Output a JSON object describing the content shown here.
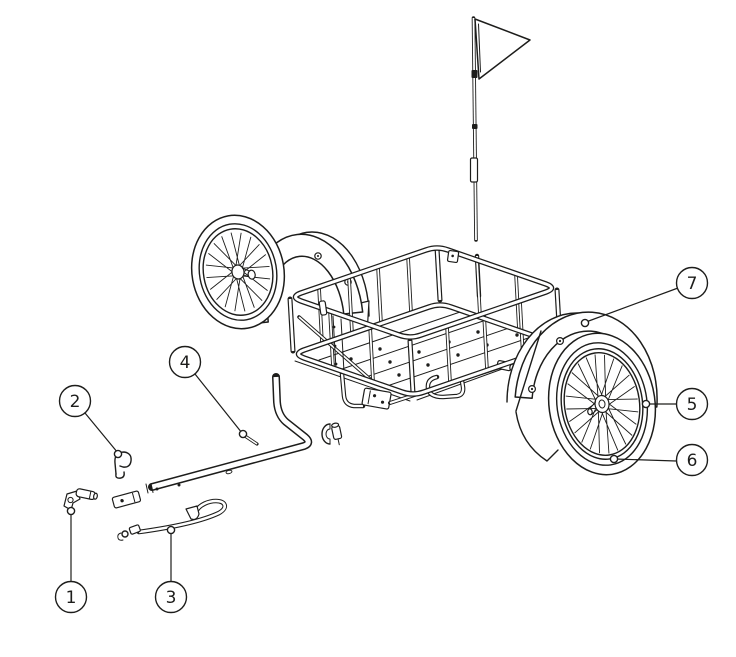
{
  "diagram": {
    "description": "Exploded parts diagram of a two-wheeled bicycle cargo trailer with a safety flag",
    "colors": {
      "line": "#1d1d1b",
      "background": "#ffffff",
      "callout_fill": "#ffffff"
    },
    "callouts": [
      {
        "number": "1"
      },
      {
        "number": "2"
      },
      {
        "number": "3"
      },
      {
        "number": "4"
      },
      {
        "number": "5"
      },
      {
        "number": "6"
      },
      {
        "number": "7"
      }
    ]
  }
}
